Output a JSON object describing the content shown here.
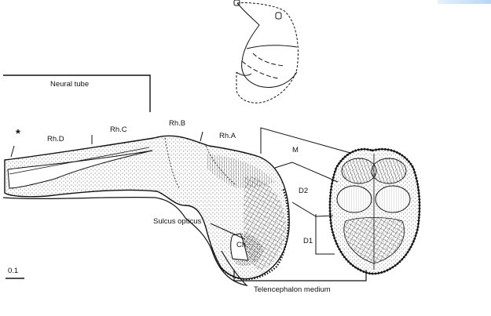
{
  "labels": {
    "neural_tube": "Neural tube",
    "star": "*",
    "rh_d": "Rh.D",
    "rh_c": "Rh.C",
    "rh_b": "Rh.B",
    "rh_a": "Rh.A",
    "m": "M",
    "d2": "D2",
    "d1": "D1",
    "sulcus_opticus": "Sulcus opticus",
    "ch": "Ch.",
    "telencephalon_medium": "Telencephalon medium",
    "scale": "0.1"
  },
  "colors": {
    "ink": "#111111",
    "stipple": "#444444",
    "paper": "#ffffff"
  }
}
